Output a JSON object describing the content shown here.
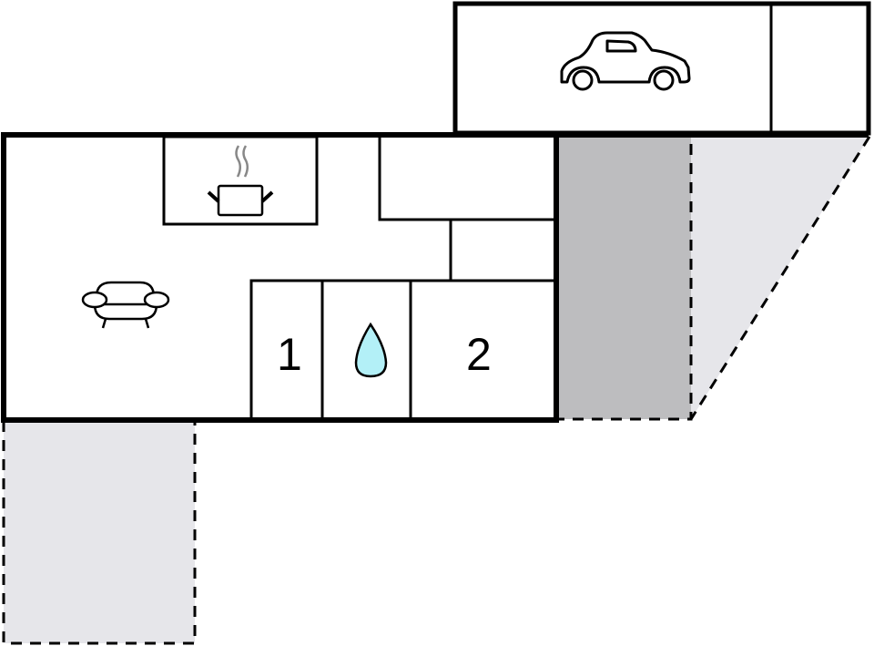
{
  "floorplan": {
    "rooms": [
      {
        "id": "garage",
        "icon": "car-icon"
      },
      {
        "id": "storage",
        "icon": null
      },
      {
        "id": "kitchen",
        "icon": "cooking-pot-icon"
      },
      {
        "id": "living-room",
        "icon": "sofa-icon"
      },
      {
        "id": "bedroom-1",
        "label": "1"
      },
      {
        "id": "bathroom",
        "icon": "water-drop-icon"
      },
      {
        "id": "bedroom-2",
        "label": "2"
      },
      {
        "id": "hall-upper"
      },
      {
        "id": "hall-closet"
      }
    ],
    "outdoor": [
      {
        "id": "covered-terrace",
        "fill": "#bdbdbf"
      },
      {
        "id": "terrace-right",
        "fill": "#e6e6ea"
      },
      {
        "id": "terrace-left",
        "fill": "#e6e6ea"
      }
    ],
    "colors": {
      "wall": "#000000",
      "water": "#b3f0f7",
      "steam": "#888888"
    }
  }
}
